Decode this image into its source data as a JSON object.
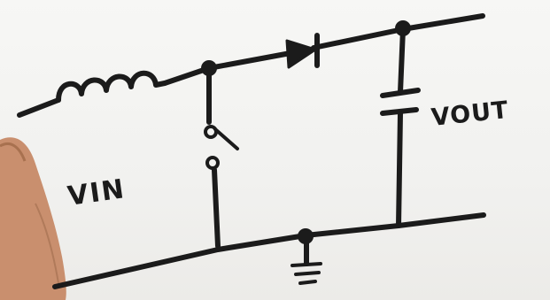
{
  "labels": {
    "vin": "VIN",
    "vout": "VOUT"
  },
  "colors": {
    "ink": "#1b1b1b",
    "board": "#f4f4f2",
    "skin": "#c98f6e"
  },
  "components": [
    "inductor",
    "diode",
    "capacitor",
    "switch",
    "ground"
  ]
}
